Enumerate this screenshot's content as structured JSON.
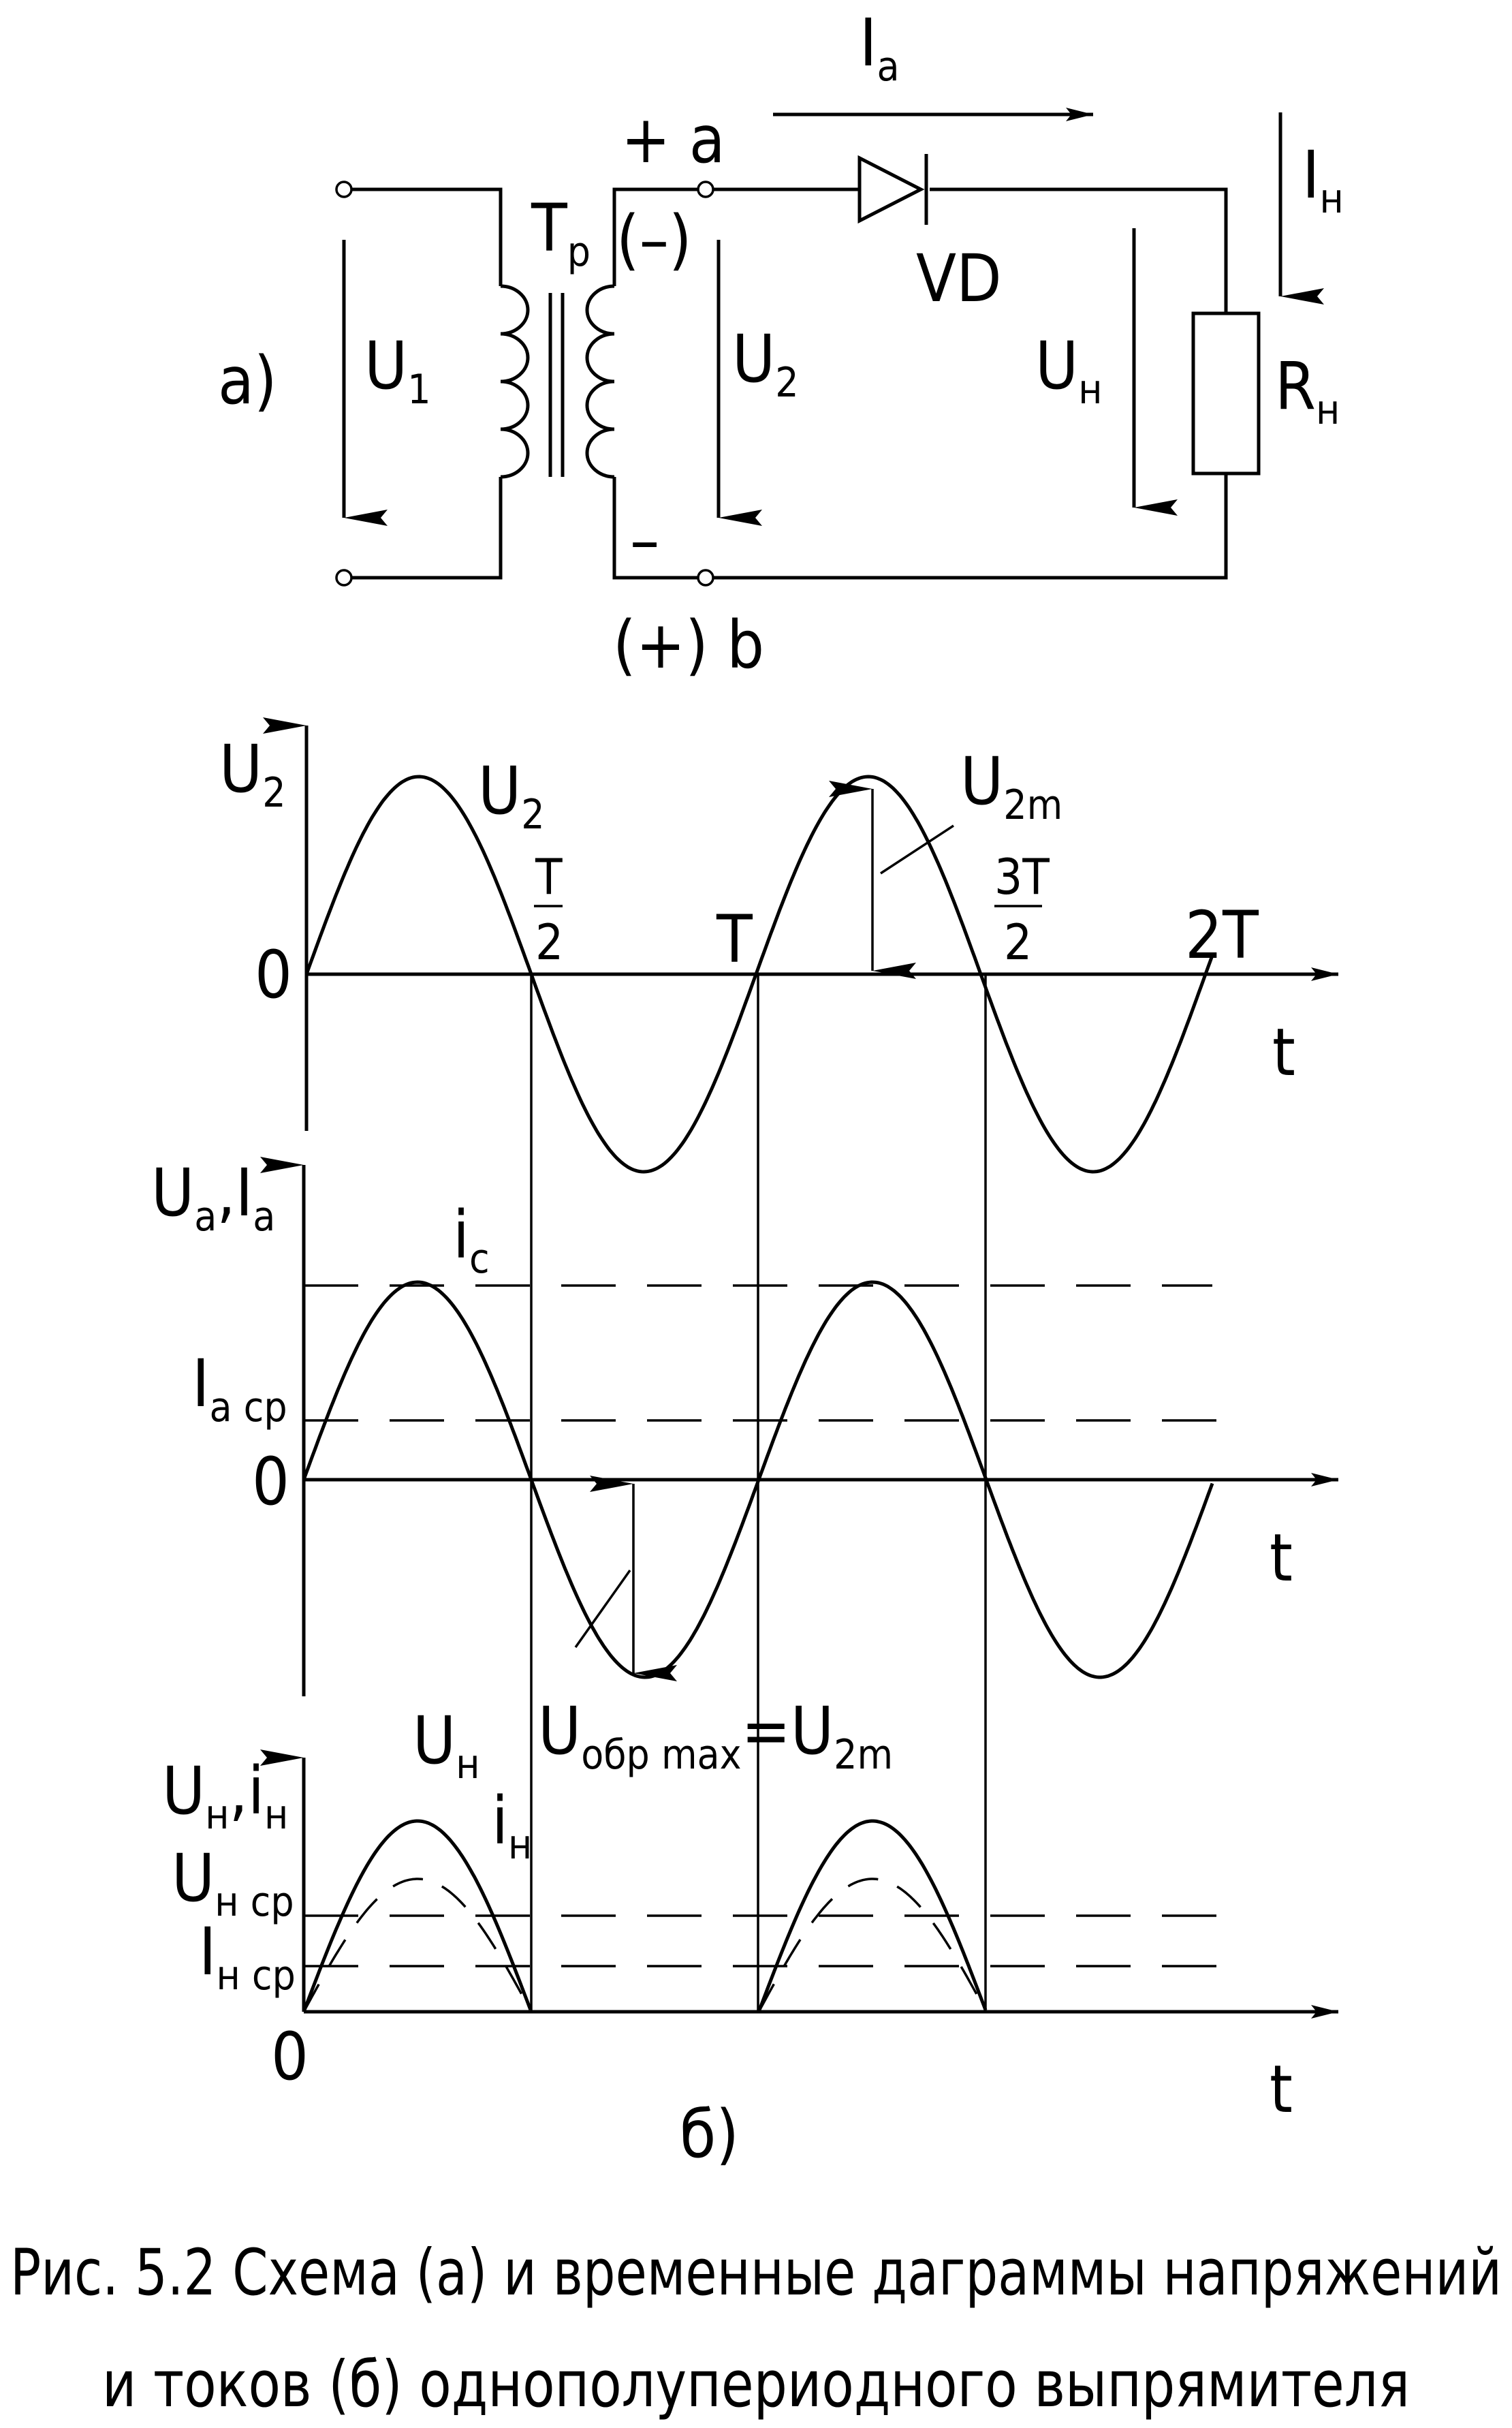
{
  "circuit": {
    "label": "а)",
    "U1": {
      "main": "U",
      "sub": "1"
    },
    "Tp": {
      "main": "T",
      "sub": "р"
    },
    "plus_a": "+ a",
    "minus_paren": "(–)",
    "U2": {
      "main": "U",
      "sub": "2"
    },
    "minus": "–",
    "plus_b": "(+) b",
    "Ia": {
      "main": "I",
      "sub": "a"
    },
    "VD": "VD",
    "Un": {
      "main": "U",
      "sub": "н"
    },
    "In": {
      "main": "I",
      "sub": "н"
    },
    "Rn": {
      "main": "R",
      "sub": "н"
    }
  },
  "diagrams": {
    "label": "б)",
    "top": {
      "axis_y": {
        "main": "U",
        "sub": "2"
      },
      "curve": {
        "main": "U",
        "sub": "2"
      },
      "zero": "0",
      "half_period": {
        "num": "T",
        "den": "2"
      },
      "period": "T",
      "three_half": {
        "num": "3T",
        "den": "2"
      },
      "two_period": "2T",
      "amplitude": {
        "main": "U",
        "sub": "2m"
      },
      "t": "t"
    },
    "middle": {
      "axis_y_a": {
        "main": "U",
        "sub": "a"
      },
      "comma": ",",
      "axis_y_b": {
        "main": "I",
        "sub": "a"
      },
      "ic": {
        "main": "i",
        "sub": "c"
      },
      "avg": {
        "main": "I",
        "sub": "a ср"
      },
      "zero": "0",
      "t": "t",
      "reverse": {
        "main": "U",
        "sub": "обр max",
        "eq": "=U",
        "sub2": "2m"
      }
    },
    "bottom": {
      "axis_y_a": {
        "main": "U",
        "sub": "н"
      },
      "comma": ",",
      "axis_y_b": {
        "main": "i",
        "sub": "н"
      },
      "un": {
        "main": "U",
        "sub": "н"
      },
      "in": {
        "main": "i",
        "sub": "н"
      },
      "un_avg": {
        "main": "U",
        "sub": "н ср"
      },
      "in_avg": {
        "main": "I",
        "sub": "н ср"
      },
      "zero": "0",
      "t": "t"
    }
  },
  "caption": {
    "line1": "Рис. 5.2 Схема (а) и временные даграммы напряжений",
    "line2": "и токов (б) однополупериодного выпрямителя"
  }
}
